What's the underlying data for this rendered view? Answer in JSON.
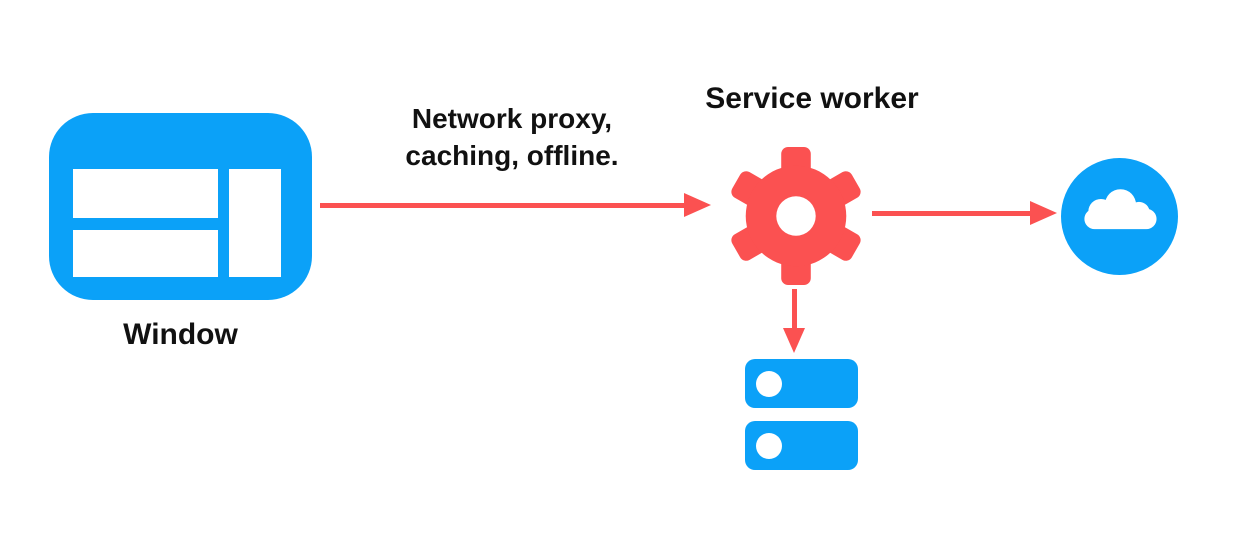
{
  "colors": {
    "accent-blue": "#0BA1F8",
    "accent-red": "#FB5151",
    "text": "#111111",
    "bg": "#FFFFFF"
  },
  "nodes": {
    "window": {
      "label": "Window",
      "icon": "browser-window-icon"
    },
    "service_worker": {
      "label": "Service worker",
      "icon": "gear-icon"
    },
    "cloud": {
      "label": "",
      "icon": "cloud-icon"
    },
    "storage": {
      "label": "",
      "icon": "database-icon"
    }
  },
  "edges": {
    "window_to_service_worker": {
      "label": "Network proxy,\ncaching, offline.",
      "direction": "right"
    },
    "service_worker_to_cloud": {
      "label": "",
      "direction": "right"
    },
    "service_worker_to_storage": {
      "label": "",
      "direction": "down"
    }
  }
}
